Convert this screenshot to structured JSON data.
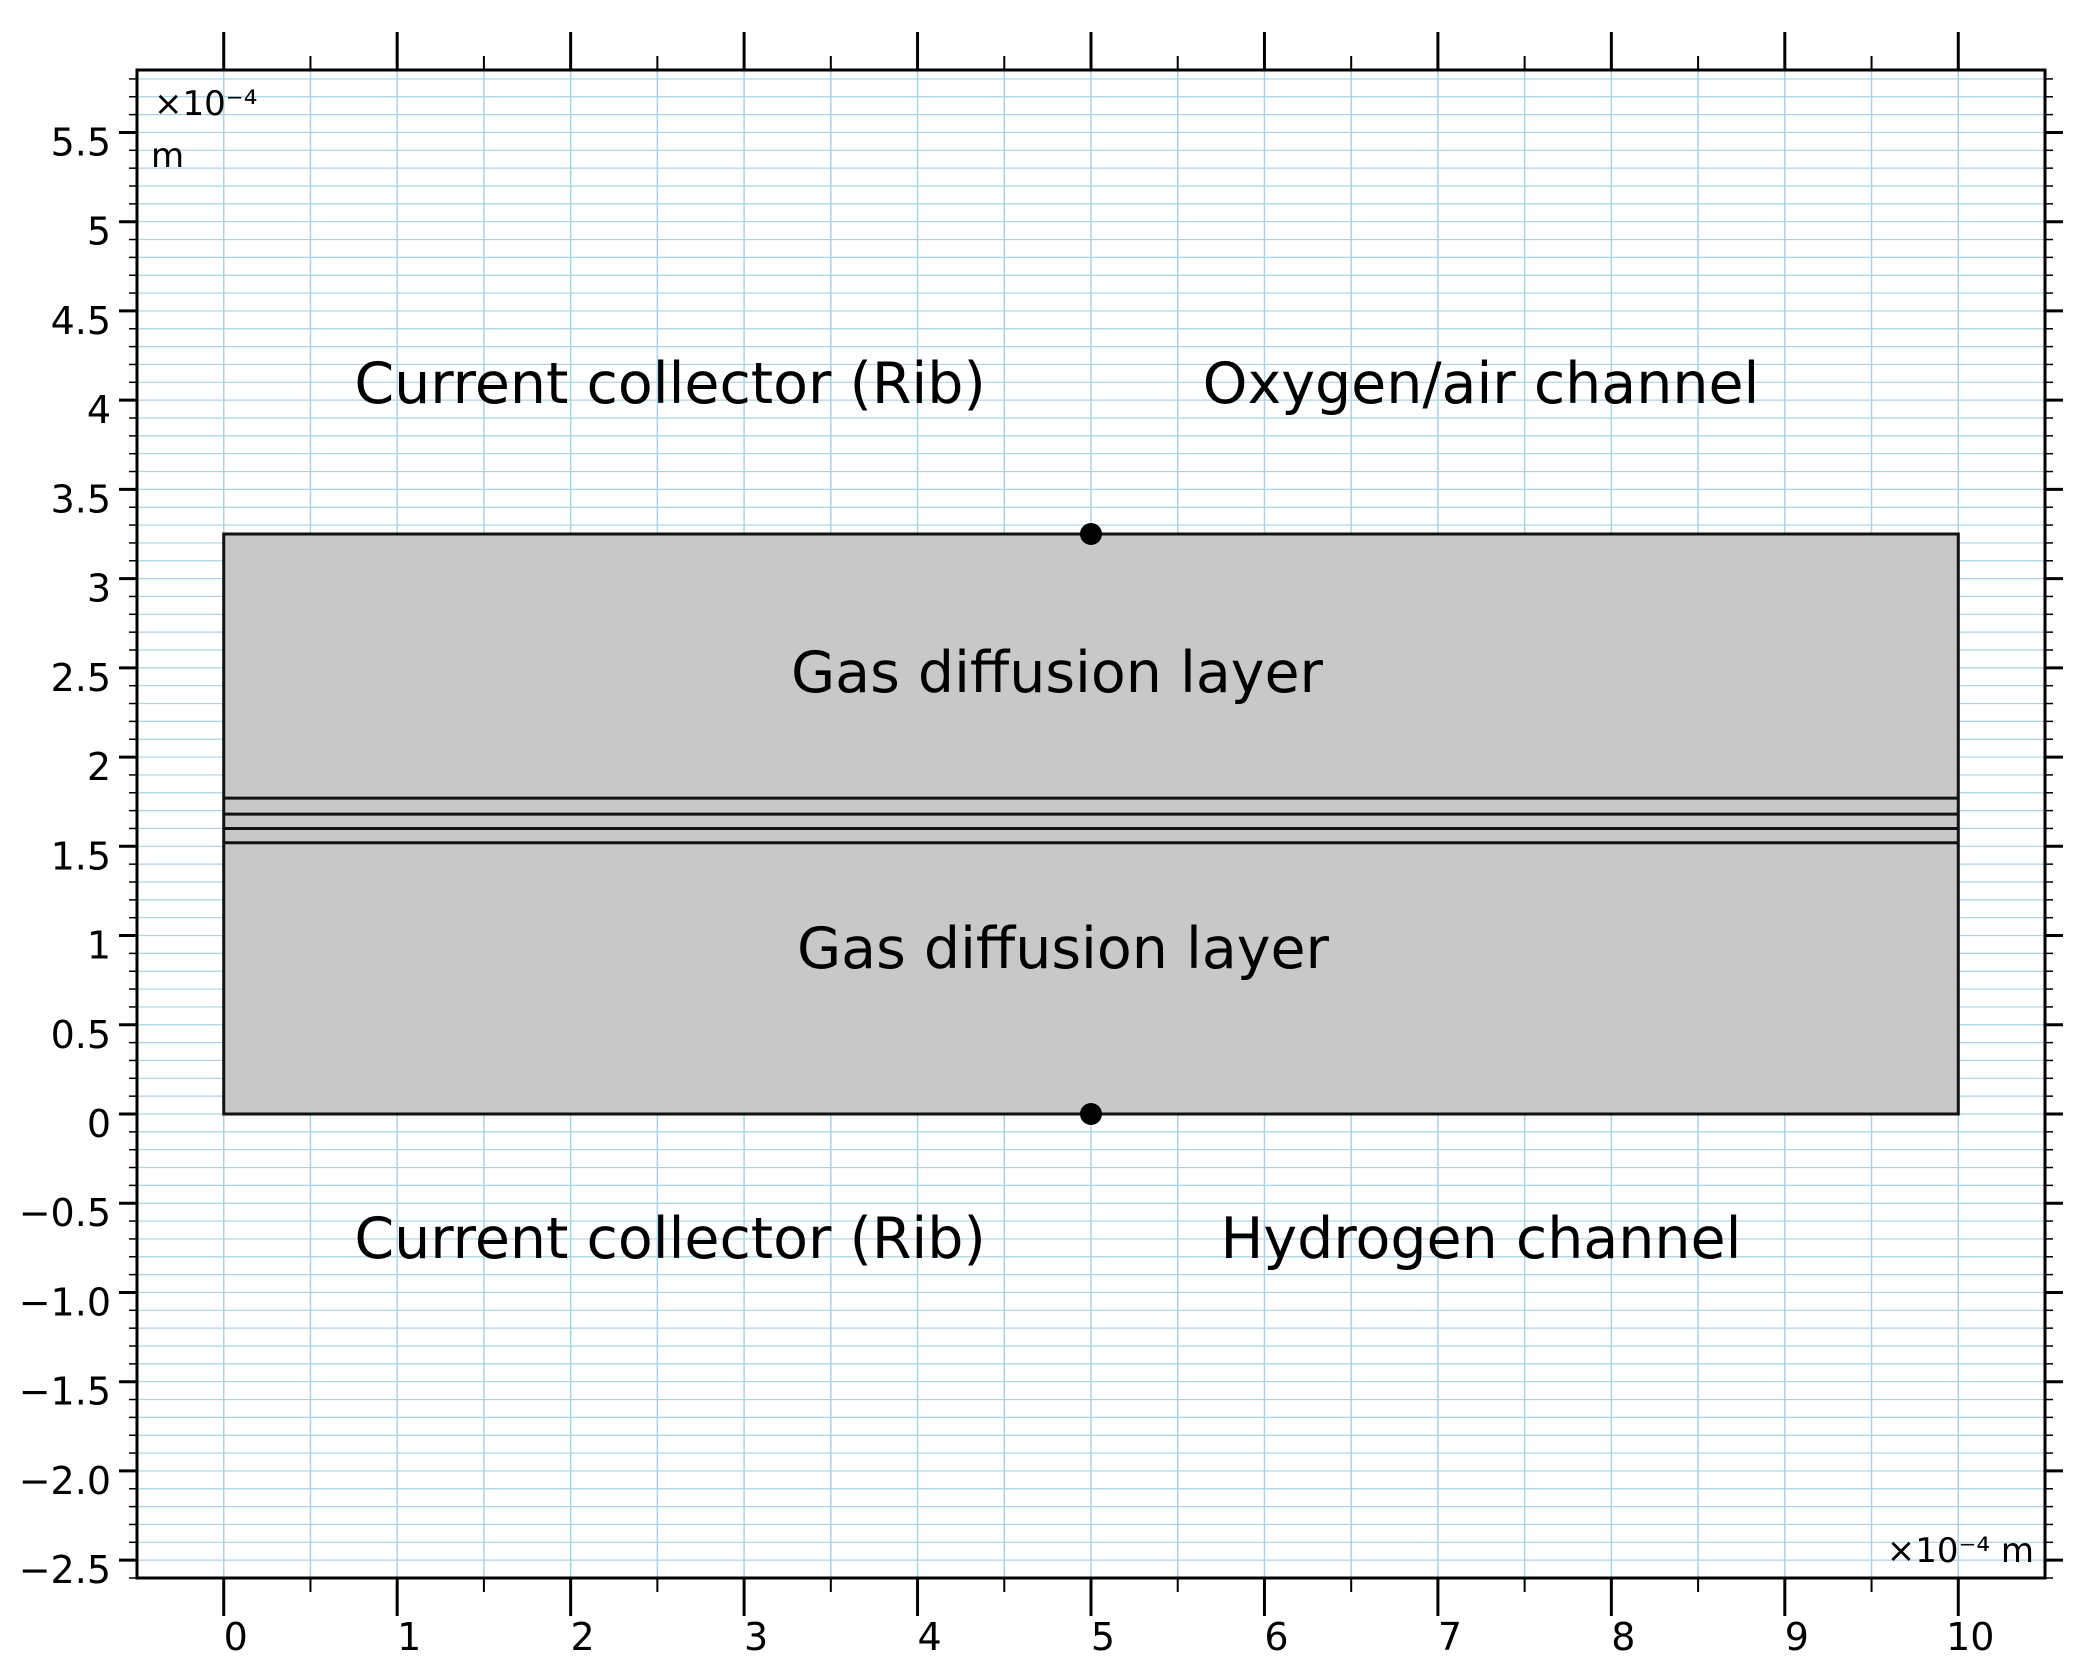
{
  "axes": {
    "x_unit_label": "×10⁻⁴ m",
    "y_unit_exponent": "×10⁻⁴",
    "y_unit": "m",
    "x_ticks": [
      "0",
      "1",
      "2",
      "3",
      "4",
      "5",
      "6",
      "7",
      "8",
      "9",
      "10"
    ],
    "y_ticks": [
      "5.5",
      "5",
      "4.5",
      "4",
      "3.5",
      "3",
      "2.5",
      "2",
      "1.5",
      "1",
      "0.5",
      "0",
      "−0.5",
      "−1.0",
      "−1.5",
      "−2.0",
      "−2.5"
    ],
    "x_range": [
      -0.5,
      10.5
    ],
    "y_range": [
      -2.6,
      5.85
    ],
    "grid": true,
    "grid_color": "#a8d4e6"
  },
  "geometry": {
    "domain_x": [
      0,
      10
    ],
    "domain_y": [
      0,
      3.25
    ],
    "membrane_lines_y": [
      1.52,
      1.6,
      1.68,
      1.77
    ],
    "points": [
      [
        5,
        0
      ],
      [
        5,
        3.25
      ]
    ],
    "domain_fill": "#c8c8c8"
  },
  "labels": {
    "cathode_rib": "Current collector (Rib)",
    "cathode_channel": "Oxygen/air channel",
    "gdl_top": "Gas diffusion layer",
    "gdl_bottom": "Gas diffusion layer",
    "anode_rib": "Current collector (Rib)",
    "anode_channel": "Hydrogen channel"
  }
}
